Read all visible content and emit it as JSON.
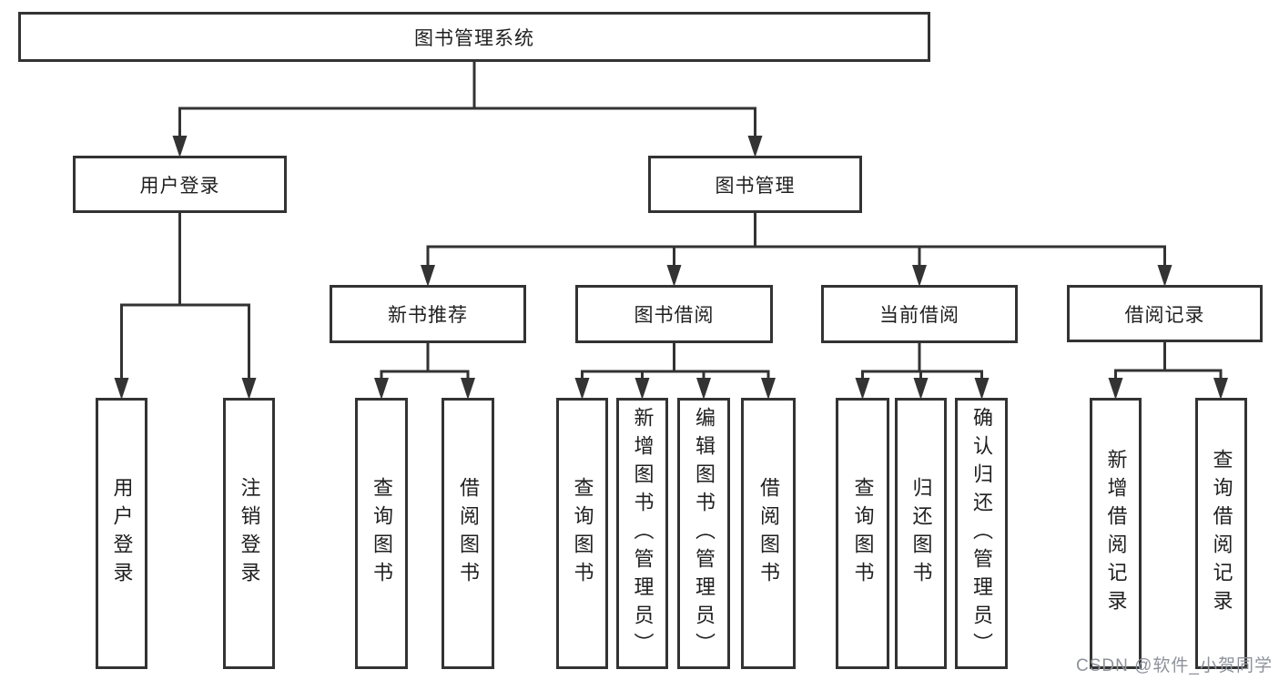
{
  "diagram": {
    "title": "图书管理系统",
    "type": "hierarchy-tree",
    "line_color": "#333333",
    "text_color": "#1f1f1f",
    "background_color": "#ffffff"
  },
  "nodes": [
    {
      "id": "root",
      "label": "图书管理系统",
      "parent": null,
      "orientation": "horizontal"
    },
    {
      "id": "user-login",
      "label": "用户登录",
      "parent": "root",
      "orientation": "horizontal"
    },
    {
      "id": "book-mgmt",
      "label": "图书管理",
      "parent": "root",
      "orientation": "horizontal"
    },
    {
      "id": "new-book-rec",
      "label": "新书推荐",
      "parent": "book-mgmt",
      "orientation": "horizontal"
    },
    {
      "id": "book-borrow",
      "label": "图书借阅",
      "parent": "book-mgmt",
      "orientation": "horizontal"
    },
    {
      "id": "current-borrow",
      "label": "当前借阅",
      "parent": "book-mgmt",
      "orientation": "horizontal"
    },
    {
      "id": "borrow-record",
      "label": "借阅记录",
      "parent": "book-mgmt",
      "orientation": "horizontal"
    },
    {
      "id": "leaf-user-login",
      "label": "用户登录",
      "parent": "user-login",
      "orientation": "vertical"
    },
    {
      "id": "leaf-logout",
      "label": "注销登录",
      "parent": "user-login",
      "orientation": "vertical"
    },
    {
      "id": "leaf-nbr-query",
      "label": "查询图书",
      "parent": "new-book-rec",
      "orientation": "vertical"
    },
    {
      "id": "leaf-nbr-borrow",
      "label": "借阅图书",
      "parent": "new-book-rec",
      "orientation": "vertical"
    },
    {
      "id": "leaf-bb-query",
      "label": "查询图书",
      "parent": "book-borrow",
      "orientation": "vertical"
    },
    {
      "id": "leaf-bb-add",
      "label": "新增图书（管理员）",
      "parent": "book-borrow",
      "orientation": "vertical"
    },
    {
      "id": "leaf-bb-edit",
      "label": "编辑图书（管理员）",
      "parent": "book-borrow",
      "orientation": "vertical"
    },
    {
      "id": "leaf-bb-borrow",
      "label": "借阅图书",
      "parent": "book-borrow",
      "orientation": "vertical"
    },
    {
      "id": "leaf-cb-query",
      "label": "查询图书",
      "parent": "current-borrow",
      "orientation": "vertical"
    },
    {
      "id": "leaf-cb-return",
      "label": "归还图书",
      "parent": "current-borrow",
      "orientation": "vertical"
    },
    {
      "id": "leaf-cb-confirm",
      "label": "确认归还（管理员）",
      "parent": "current-borrow",
      "orientation": "vertical"
    },
    {
      "id": "leaf-br-add",
      "label": "新增借阅记录",
      "parent": "borrow-record",
      "orientation": "vertical"
    },
    {
      "id": "leaf-br-query",
      "label": "查询借阅记录",
      "parent": "borrow-record",
      "orientation": "vertical"
    }
  ],
  "watermark": {
    "text": "CSDN @软件_小贺同学",
    "color": "#8d929b"
  }
}
